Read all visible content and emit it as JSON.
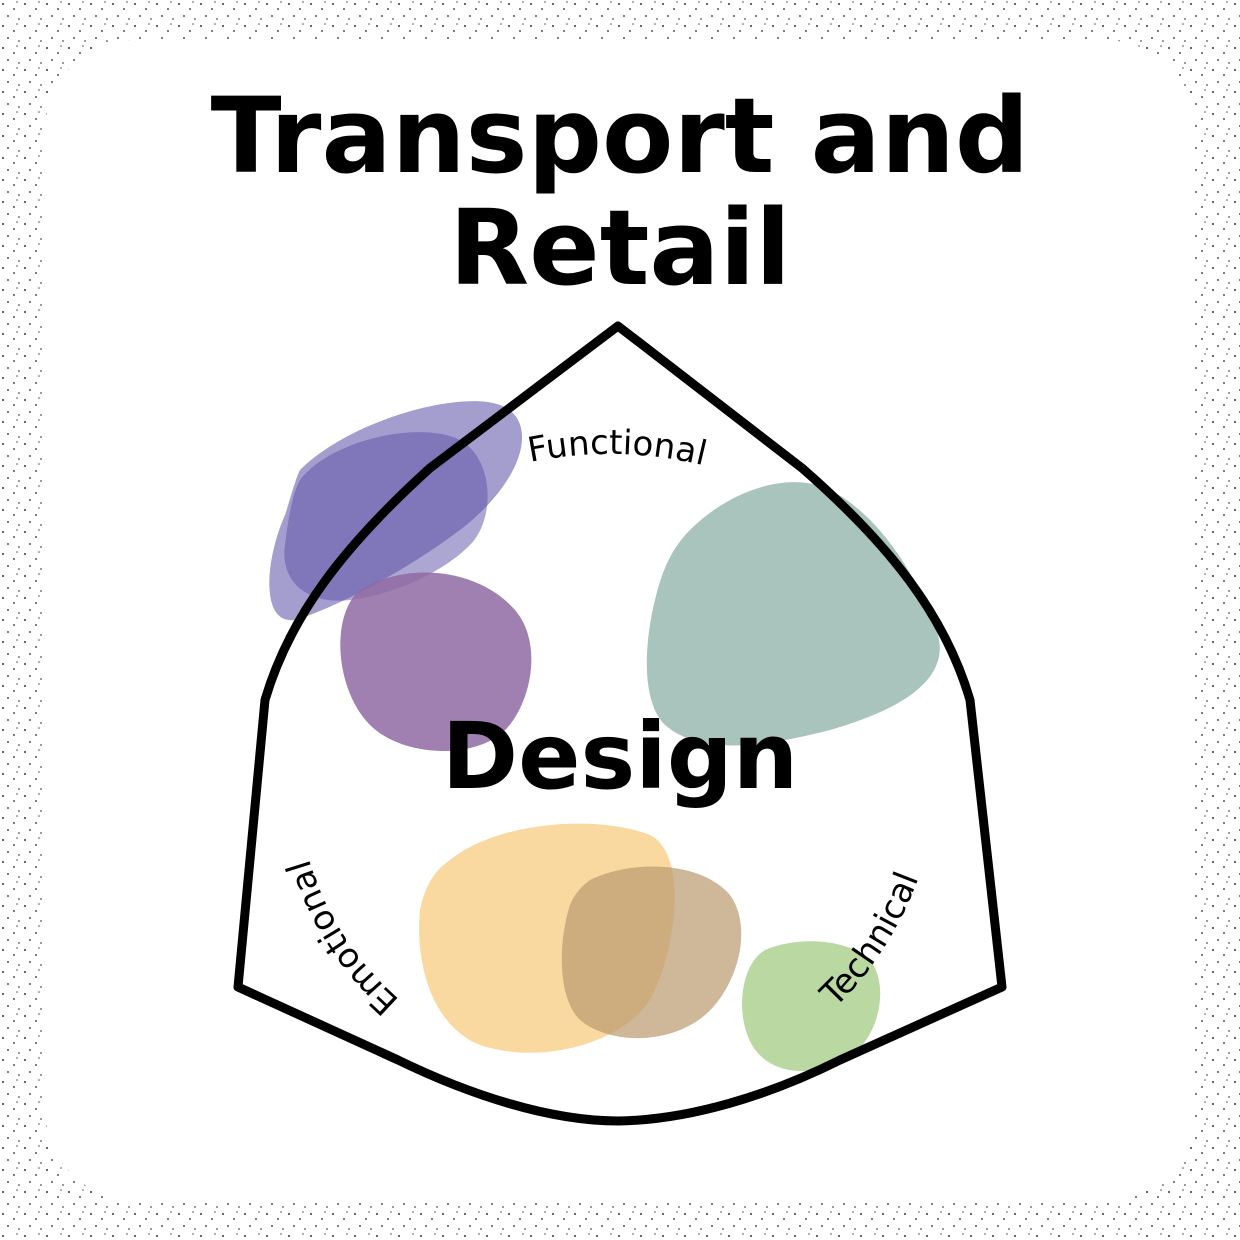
{
  "title": {
    "line1": "Transport and",
    "line2": "Retail"
  },
  "center_label": "Design",
  "dimensions": {
    "functional": "Functional",
    "emotional": "Emotional",
    "technical": "Technical"
  },
  "colors": {
    "outline": "#000000",
    "blob_indigo": "#5a4fa6",
    "blob_purple": "#8e6aa3",
    "blob_sage": "#a9c4bc",
    "blob_peach": "#fad9a1",
    "blob_tan": "#b99a6e",
    "blob_lime": "#bad8a1",
    "dots": "#555555"
  }
}
